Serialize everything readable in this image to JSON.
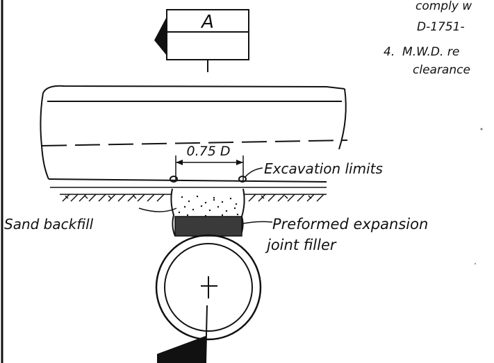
{
  "section_marker": {
    "letter": "A"
  },
  "notes": {
    "line1": "comply w",
    "line2": "D-1751-",
    "line3": "4.  M.W.D. re",
    "line4": "clearance"
  },
  "dimension": {
    "label": "0.75 D"
  },
  "callouts": {
    "excavation": "Excavation limits",
    "sand": "Sand backfill",
    "filler_line1": "Preformed expansion",
    "filler_line2": "joint filler"
  },
  "colors": {
    "ink": "#111111",
    "filler": "#3a3a3a",
    "paper": "#ffffff"
  }
}
